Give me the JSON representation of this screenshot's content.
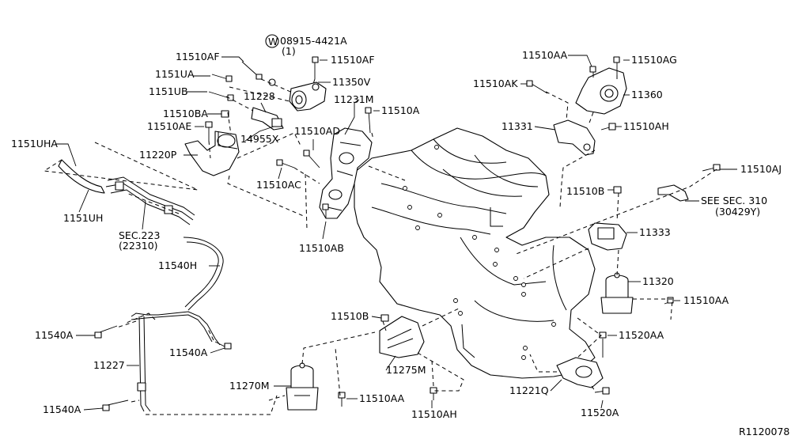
{
  "labels": {
    "l_08915": "08915-4421A",
    "l_08915_qty": "(1)",
    "l_08915_prefix": "W",
    "l_11510AF_a": "11510AF",
    "l_1151UA": "1151UA",
    "l_1151UB": "1151UB",
    "l_11510AF_b": "11510AF",
    "l_11350V": "11350V",
    "l_11228": "11228",
    "l_11231M": "11231M",
    "l_11510A_top": "11510A",
    "l_11510BA": "11510BA",
    "l_11510AE": "11510AE",
    "l_14955X": "14955X",
    "l_11510AD": "11510AD",
    "l_1151UHA": "1151UHA",
    "l_11220P": "11220P",
    "l_11510AC": "11510AC",
    "l_1151UH": "1151UH",
    "l_sec223": "SEC.223",
    "l_sec223_code": "(22310)",
    "l_11510AB": "11510AB",
    "l_11540H": "11540H",
    "l_11510AA_top": "11510AA",
    "l_11510AG": "11510AG",
    "l_11510AK": "11510AK",
    "l_11360": "11360",
    "l_11331": "11331",
    "l_11510AH_right": "11510AH",
    "l_11510AJ": "11510AJ",
    "l_11510B_right": "11510B",
    "l_see310": "SEE SEC. 310",
    "l_see310_code": "(30429Y)",
    "l_11333": "11333",
    "l_11320": "11320",
    "l_11510AA_right": "11510AA",
    "l_11540A_top": "11540A",
    "l_11510B_bottom": "11510B",
    "l_11540A_mid": "11540A",
    "l_11227": "11227",
    "l_11275M": "11275M",
    "l_11520AA": "11520AA",
    "l_11270M": "11270M",
    "l_11510AA_bottom": "11510AA",
    "l_11221Q": "11221Q",
    "l_11540A_bottom": "11540A",
    "l_11510AH_bottom": "11510AH",
    "l_11520A": "11520A",
    "l_ref": "R1120078"
  }
}
